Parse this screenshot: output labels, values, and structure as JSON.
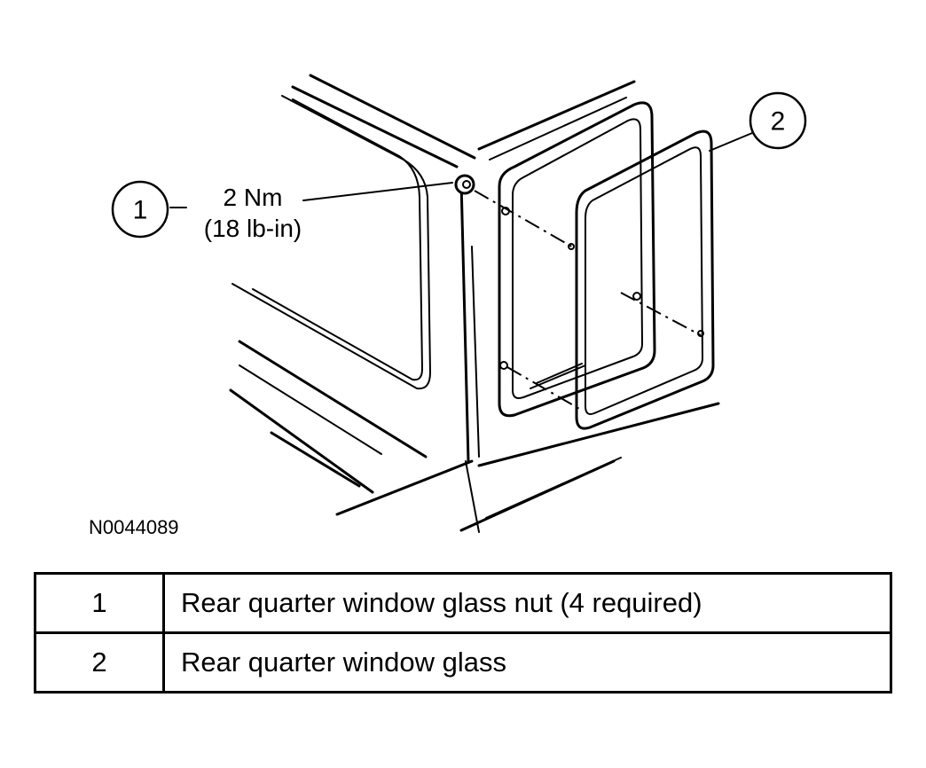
{
  "callouts": [
    {
      "number": "1",
      "torque_nm": "2 Nm",
      "torque_lbin": "(18 lb-in)"
    },
    {
      "number": "2"
    }
  ],
  "figure_code": "N0044089",
  "legend": [
    {
      "number": "1",
      "description": "Rear quarter window glass nut (4 required)"
    },
    {
      "number": "2",
      "description": "Rear quarter window glass"
    }
  ]
}
